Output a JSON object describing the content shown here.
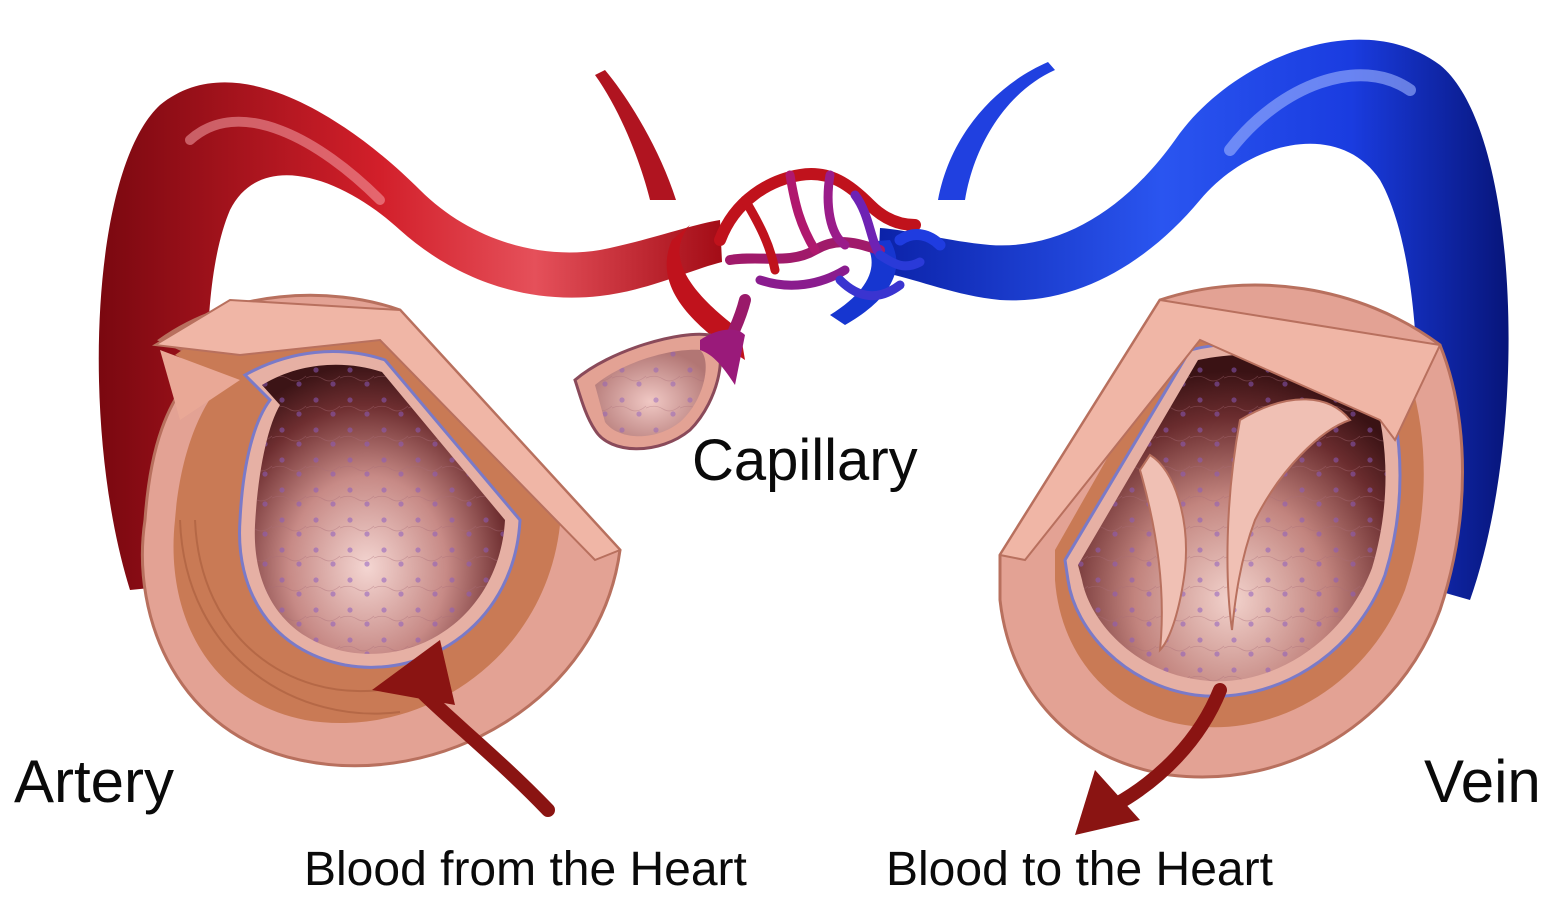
{
  "labels": {
    "capillary": "Capillary",
    "artery": "Artery",
    "vein": "Vein",
    "blood_from": "Blood from the Heart",
    "blood_to": "Blood to the Heart"
  },
  "colors": {
    "artery": "#c0121c",
    "vein": "#1438d8",
    "capillary": "#8a1a8e",
    "tissue": "#e8a08c",
    "muscle": "#c97a55",
    "lumen": "#5a2226",
    "arrow": "#8a1412"
  }
}
